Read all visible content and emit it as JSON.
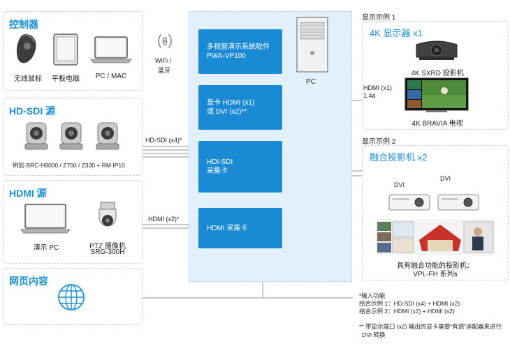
{
  "controllers": {
    "title": "控制器",
    "items": [
      "无线鼠标",
      "平板电脑",
      "PC / MAC"
    ]
  },
  "wifi": {
    "line1": "WiFi /",
    "line2": "蓝牙"
  },
  "hdsdi": {
    "title": "HD-SDI 源",
    "caption": "例如 BRC-H9000 / Z700 / Z330 + RM IP10",
    "link_label": "HD-SDI (x4)*"
  },
  "hdmi_src": {
    "title": "HDMI 源",
    "pc_label": "演示 PC",
    "ptz_line1": "PTZ 摄像机",
    "ptz_line2": "SRG-300H",
    "link_label": "HDMI (x2)*"
  },
  "web": {
    "title": "网页内容"
  },
  "center": {
    "software_line1": "多视窗演示系统软件",
    "software_line2": "PWA-VP100",
    "pc_label": "PC",
    "gpu_line1": "显卡 HDMI (x1)",
    "gpu_line2": "或 DVI (x2)**",
    "sdi_line1": "HDI-SDI",
    "sdi_line2": "采集卡",
    "hdmi_card": "HDMI 采集卡"
  },
  "example1": {
    "header": "显示示例 1",
    "title": "4K 显示器 x1",
    "projector_label": "4K SXRD 投影机",
    "link_line1": "HDMI (x1)",
    "link_line2": "1.4a",
    "tv_label": "4K BRAVIA 电视"
  },
  "example2": {
    "header": "显示示例 2",
    "title": "融合投影机 x2",
    "dvi1": "DVI",
    "dvi2": "DVI",
    "caption_line1": "具有融合功能的投影机：",
    "caption_line2": "VPL-FH 系列s"
  },
  "notes": {
    "n1": "*输入功能",
    "n2": "结合示例 1：HD-SDI (x4) + HDMI (x2)",
    "n3": "结合示例 2：HDMI (x2) + HDMI (x2)",
    "n4": "** 带显示端口 (x2) 输出的显卡需要“有源”适配器来进行",
    "n5": "DVI 转换"
  },
  "colors": {
    "accent": "#1a8fd6",
    "panel": "#e2f0fb",
    "card": "#1b8ad4",
    "line": "#9a9a9a"
  }
}
